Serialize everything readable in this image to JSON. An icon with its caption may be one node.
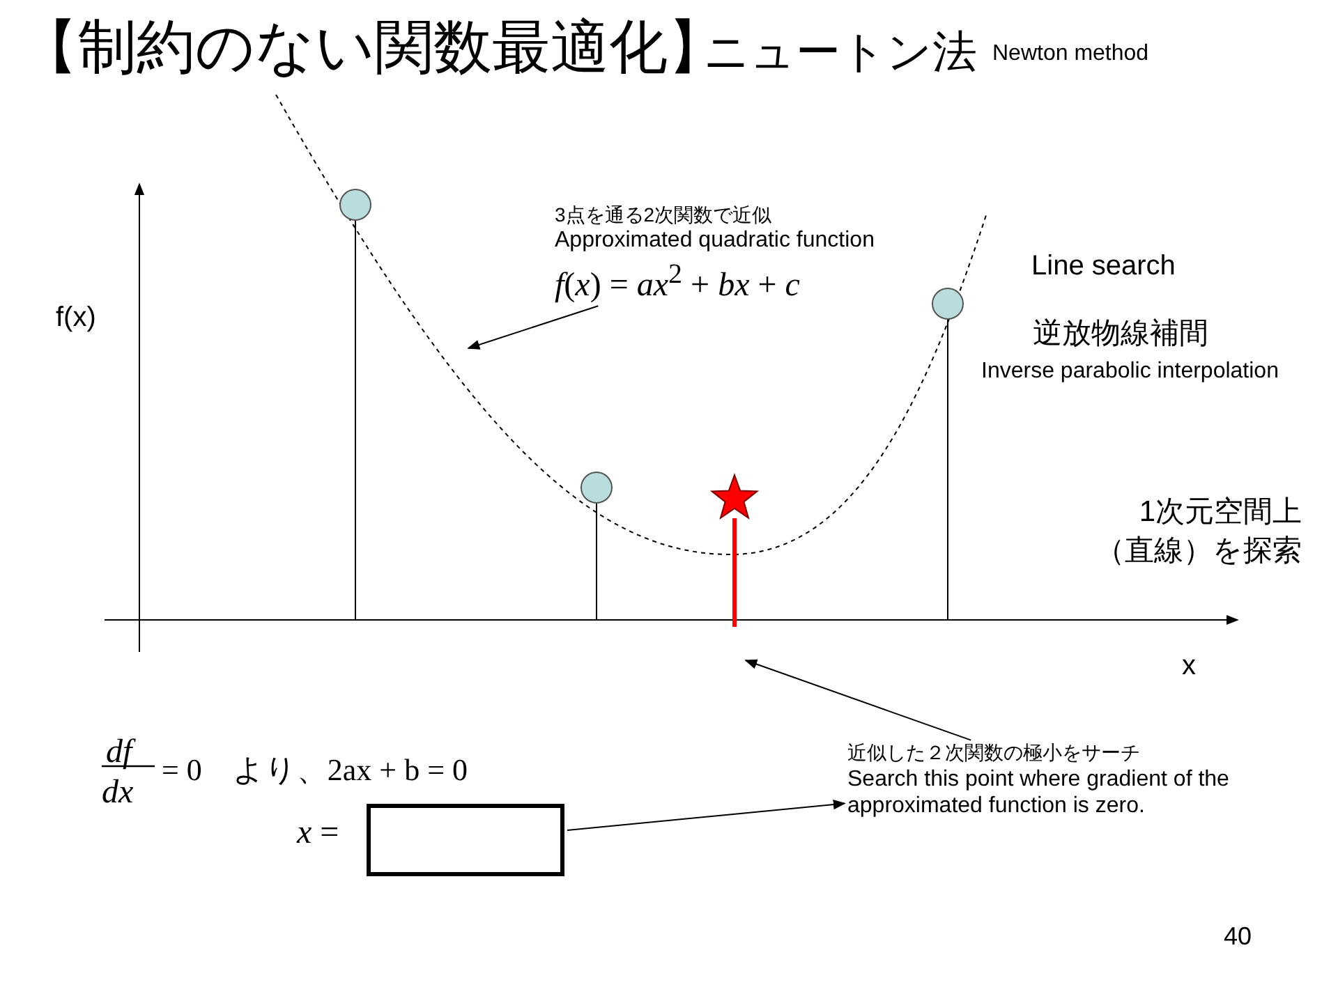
{
  "diagram": {
    "title": "【制約のない関数最適化】",
    "nodes": [
      {
        "text": [
          "3点を通る2次関数で近似",
          "Approximated quadratic function",
          "*f*(*x*) = *ax*$^{2}$ + *bx* + *c*"
        ]
      },
      {
        "text": [],
        "shape": "box",
        "beside": [
          "*x* ="
        ]
      },
      {
        "text": [
          "近似した２次関数の極小をサーチ",
          "Search this point where gradient of the approximated function is zero."
        ]
      }
    ],
    "edges": [
      {
        "from": 0,
        "to": null,
        "arrow": "to"
      },
      {
        "from": 1,
        "to": 2,
        "arrow": "to"
      },
      {
        "from": 2,
        "to": null,
        "arrow": "to"
      }
    ],
    "labels": [
      "ニュートン法",
      "Newton method",
      "f(x)",
      "x",
      "Line search",
      "逆放物線補間",
      "Inverse parabolic interpolation",
      "1次元空間上（直線）を探索",
      "*df*",
      "*dx*",
      "= 0　より、2ax + b = 0",
      "40"
    ]
  }
}
